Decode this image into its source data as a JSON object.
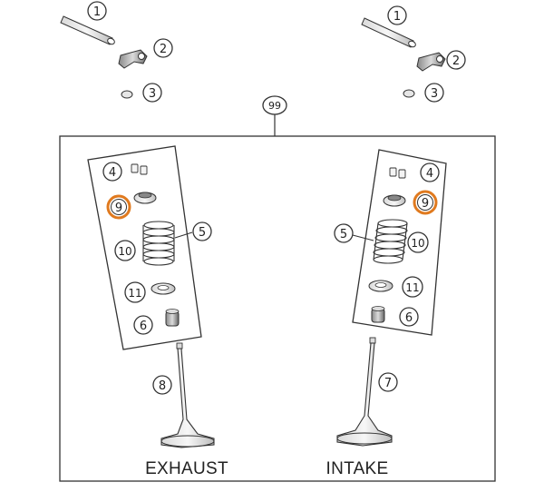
{
  "callouts": {
    "c1_left": "1",
    "c2_left": "2",
    "c3_left": "3",
    "c1_right": "1",
    "c2_right": "2",
    "c3_right": "3",
    "c99": "99",
    "c4_left": "4",
    "c9_left": "9",
    "c5_left": "5",
    "c10_left": "10",
    "c11_left": "11",
    "c6_left": "6",
    "c8": "8",
    "c4_right": "4",
    "c9_right": "9",
    "c5_right": "5",
    "c10_right": "10",
    "c11_right": "11",
    "c6_right": "6",
    "c7": "7"
  },
  "labels": {
    "exhaust": "EXHAUST",
    "intake": "INTAKE"
  },
  "colors": {
    "line": "#333333",
    "highlight": "#e07a1f",
    "part_fill": "#f2f2f2"
  }
}
